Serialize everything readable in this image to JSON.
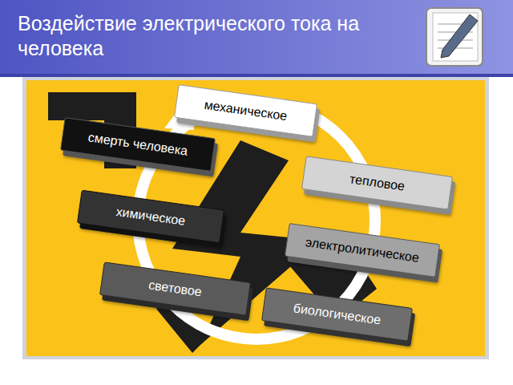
{
  "diagram": {
    "title": "Воздействие электрического тока на человека",
    "nodes": [
      {
        "text": [
          "механическое"
        ]
      },
      {
        "text": [
          "смерть человека"
        ]
      },
      {
        "text": [
          "тепловое"
        ]
      },
      {
        "text": [
          "химическое"
        ]
      },
      {
        "text": [
          "электролитическое"
        ]
      },
      {
        "text": [
          "световое"
        ]
      },
      {
        "text": [
          "биологическое"
        ]
      }
    ]
  }
}
